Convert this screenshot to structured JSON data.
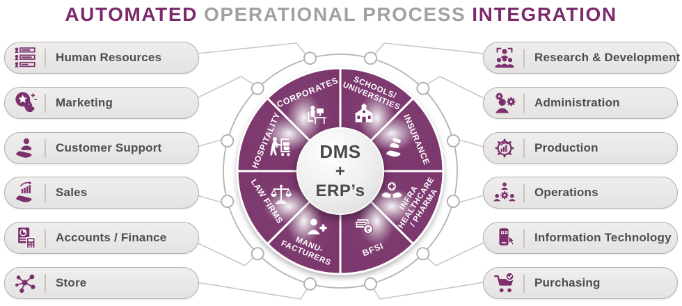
{
  "title": {
    "leading": "AUTOMATED",
    "middle": "OPERATIONAL PROCESS",
    "trailing": "INTEGRATION"
  },
  "hub": {
    "lines": [
      "DMS",
      "+",
      "ERP’s"
    ]
  },
  "wheel": {
    "segments": [
      {
        "name": "schools-universities",
        "lines": [
          "SCHOOLS/",
          "UNIVERSITIES"
        ],
        "icon": "school-building-icon"
      },
      {
        "name": "insurance",
        "lines": [
          "INSURANCE"
        ],
        "icon": "hand-gavel-icon"
      },
      {
        "name": "infra-healthcare-pharma",
        "lines": [
          "INFRA",
          "HEALTHCARE",
          "/ PHARMA"
        ],
        "icon": "hands-medical-cross-icon"
      },
      {
        "name": "bfsi",
        "lines": [
          "BFSI"
        ],
        "icon": "money-coin-icon"
      },
      {
        "name": "manufacturers",
        "lines": [
          "MANU-",
          "FACTURERS"
        ],
        "icon": "person-plus-icon"
      },
      {
        "name": "law-firms",
        "lines": [
          "LAW FIRMS"
        ],
        "icon": "scales-icon"
      },
      {
        "name": "hospitality",
        "lines": [
          "HOSPITALITY"
        ],
        "icon": "bellboy-cart-icon"
      },
      {
        "name": "corporates",
        "lines": [
          "CORPORATES"
        ],
        "icon": "desk-worker-icon"
      }
    ]
  },
  "left_panel": {
    "items": [
      {
        "label": "Human Resources",
        "icon": "human-resources-icon"
      },
      {
        "label": "Marketing",
        "icon": "marketing-star-hand-icon"
      },
      {
        "label": "Customer Support",
        "icon": "hand-holding-person-icon"
      },
      {
        "label": "Sales",
        "icon": "hand-holding-chart-icon"
      },
      {
        "label": "Accounts / Finance",
        "icon": "document-calculator-icon"
      },
      {
        "label": "Store",
        "icon": "network-nodes-icon"
      }
    ]
  },
  "right_panel": {
    "items": [
      {
        "label": "Research & Development",
        "icon": "focus-group-icon"
      },
      {
        "label": "Administration",
        "icon": "person-gears-icon"
      },
      {
        "label": "Production",
        "icon": "gear-chart-icon"
      },
      {
        "label": "Operations",
        "icon": "team-gear-icon"
      },
      {
        "label": "Information Technology",
        "icon": "phone-touch-icon"
      },
      {
        "label": "Purchasing",
        "icon": "cart-check-icon"
      }
    ]
  },
  "colors": {
    "accent_purple": "#7b2f6b",
    "wheel_purple": "#7c386d",
    "title_purple": "#7b2a6c",
    "title_gray": "#a2a0a0",
    "pill_background": "#e9e8e7",
    "pill_border": "#b4b1b0",
    "pill_text": "#4e4c4c",
    "connector_gray": "#c9c7c6",
    "ring_gray": "#b3b1b0",
    "hub_text": "#4a4848",
    "wheel_label_white": "#ffffff"
  }
}
